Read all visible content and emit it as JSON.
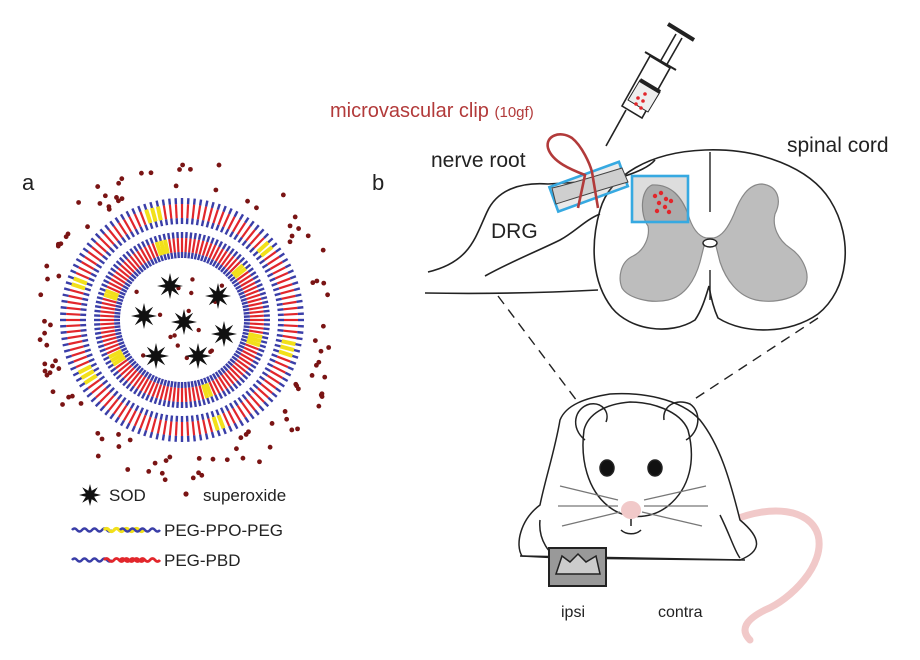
{
  "panel_a": {
    "label": "a",
    "legend": {
      "sod": "SOD",
      "superoxide": "superoxide",
      "peg_ppo_peg": "PEG-PPO-PEG",
      "peg_pbd": "PEG-PBD"
    }
  },
  "panel_b": {
    "label": "b",
    "clip_label": "microvascular clip",
    "clip_force": "(10gf)",
    "nerve_root": "nerve root",
    "spinal_cord": "spinal cord",
    "drg": "DRG",
    "ipsi": "ipsi",
    "contra": "contra"
  },
  "colors": {
    "peg_blue": "#3a3ea8",
    "pbd_red": "#e2262b",
    "ppo_yellow": "#f2e01a",
    "superoxide": "#7a1414",
    "clip_red": "#b23a3a",
    "highlight_blue": "#36a9e1",
    "gray_matter": "#bdbdbd",
    "tail_pink": "#f1c9c9"
  }
}
